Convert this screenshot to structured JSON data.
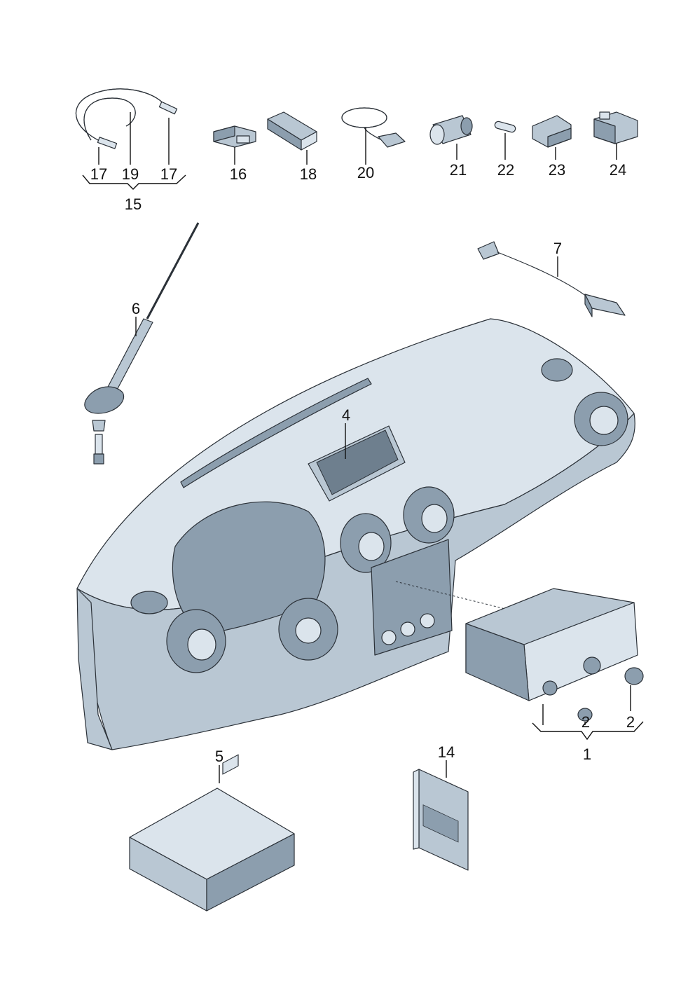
{
  "callouts": {
    "c1": "1",
    "c2a": "2",
    "c2b": "2",
    "c4": "4",
    "c5": "5",
    "c6": "6",
    "c7": "7",
    "c14": "14",
    "c15": "15",
    "c16": "16",
    "c17a": "17",
    "c17b": "17",
    "c18": "18",
    "c19": "19",
    "c20": "20",
    "c21": "21",
    "c22": "22",
    "c23": "23",
    "c24": "24"
  },
  "colors": {
    "part_fill": "#b9c7d3",
    "part_dark": "#8c9eae",
    "part_light": "#dbe4ec",
    "outline": "#2b3138",
    "screen": "#6e7f8e"
  }
}
